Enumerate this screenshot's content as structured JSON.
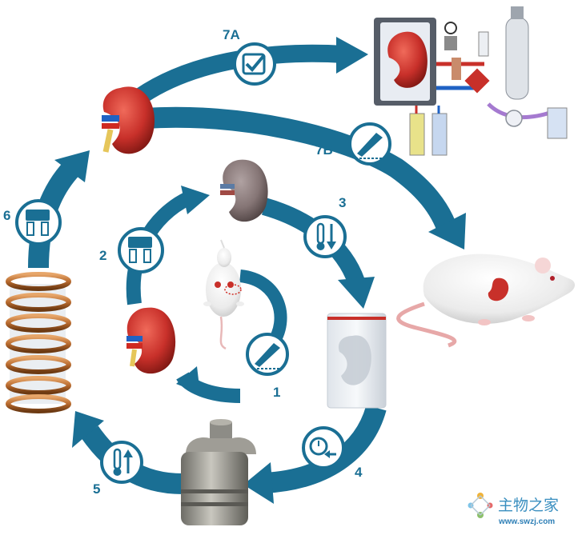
{
  "steps": {
    "s1": "1",
    "s2": "2",
    "s3": "3",
    "s4": "4",
    "s5": "5",
    "s6": "6",
    "s7a": "7A",
    "s7b": "7B"
  },
  "watermark": {
    "text": "主物之家",
    "url": "www.swzj.com"
  },
  "icons": {
    "s1": "scalpel-icon",
    "s2": "perfusion-device-icon",
    "s3": "thermometer-down-icon",
    "s4": "thaw-timer-icon",
    "s5": "thermometer-up-icon",
    "s6": "perfusion-device-icon",
    "s7a": "checkmark-icon",
    "s7b": "scalpel-icon"
  },
  "colors": {
    "arrow": "#1a6f94",
    "kidney": "#c8302a",
    "kidney_gray": "#857575",
    "coil": "#b86a2e",
    "tank": "#9a9890"
  }
}
